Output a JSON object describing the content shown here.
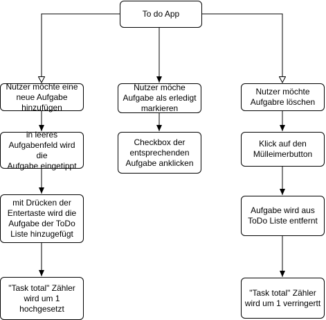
{
  "diagram": {
    "root": {
      "label": "To do App"
    },
    "columns": [
      {
        "steps": [
          {
            "label": "Nutzer möchte eine\nneue Aufgabe\nhinzufügen"
          },
          {
            "label": "in leeres\nAufgabenfeld wird die\nAufgabe eingetippt"
          },
          {
            "label": "mit Drücken der\nEntertaste wird die\nAufgabe der ToDo\nListe hinzugefügt"
          },
          {
            "label": "\"Task total\" Zähler\nwird um 1\nhochgesetzt"
          }
        ]
      },
      {
        "steps": [
          {
            "label": "Nutzer möche\nAufgabe als erledigt\nmarkieren"
          },
          {
            "label": "Checkbox der\nentsprechenden\nAufgabe anklicken"
          }
        ]
      },
      {
        "steps": [
          {
            "label": "Nutzer möchte\nAufgabre löschen"
          },
          {
            "label": "Klick auf den\nMülleimerbutton"
          },
          {
            "label": "Aufgabe wird aus\nToDo Liste entfernt"
          },
          {
            "label": "\"Task total\" Zähler\nwird um 1 verringertt"
          }
        ]
      }
    ]
  }
}
